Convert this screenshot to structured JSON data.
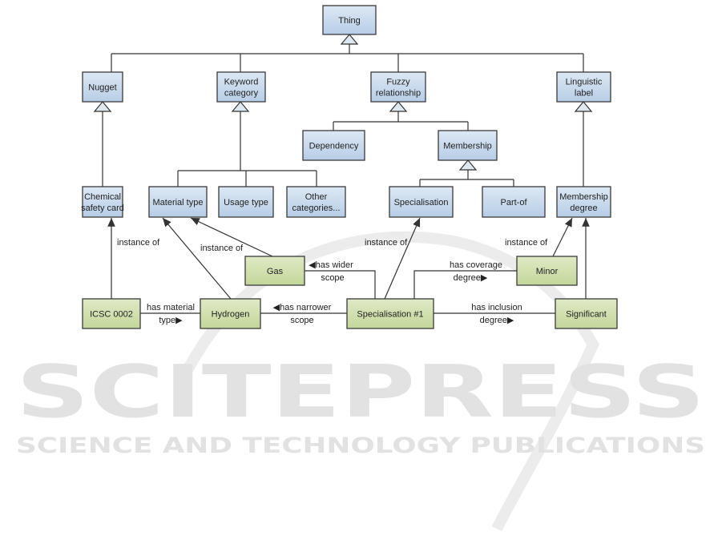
{
  "colors": {
    "class_fill": "#c9d9ec",
    "instance_fill": "#d0dcaa",
    "line": "#333333",
    "watermark": "#e2e2e2"
  },
  "classes": {
    "thing": [
      "Thing"
    ],
    "nugget": [
      "Nugget"
    ],
    "keyword_category": [
      "Keyword",
      "category"
    ],
    "fuzzy_relationship": [
      "Fuzzy",
      "relationship"
    ],
    "linguistic_label": [
      "Linguistic",
      "label"
    ],
    "dependency": [
      "Dependency"
    ],
    "membership": [
      "Membership"
    ],
    "chemical_safety_card": [
      "Chemical",
      "safety card"
    ],
    "material_type": [
      "Material type"
    ],
    "usage_type": [
      "Usage type"
    ],
    "other_categories": [
      "Other",
      "categories..."
    ],
    "specialisation": [
      "Specialisation"
    ],
    "part_of": [
      "Part-of"
    ],
    "membership_degree": [
      "Membership",
      "degree"
    ]
  },
  "instances": {
    "gas": [
      "Gas"
    ],
    "minor": [
      "Minor"
    ],
    "icsc": [
      "ICSC 0002"
    ],
    "hydrogen": [
      "Hydrogen"
    ],
    "specialisation1": [
      "Specialisation #1"
    ],
    "significant": [
      "Significant"
    ]
  },
  "relations": {
    "instance_of": "instance of",
    "has_material_type": [
      "has material",
      "type▶"
    ],
    "has_narrower_scope": [
      "◀has narrower",
      "scope"
    ],
    "has_wider_scope": [
      "◀has wider",
      "scope"
    ],
    "has_coverage_degree": [
      "has coverage",
      "degree▶"
    ],
    "has_inclusion_degree": [
      "has inclusion",
      "degree▶"
    ]
  },
  "watermark": {
    "main": "SCITEPRESS",
    "sub": "SCIENCE AND TECHNOLOGY PUBLICATIONS"
  }
}
